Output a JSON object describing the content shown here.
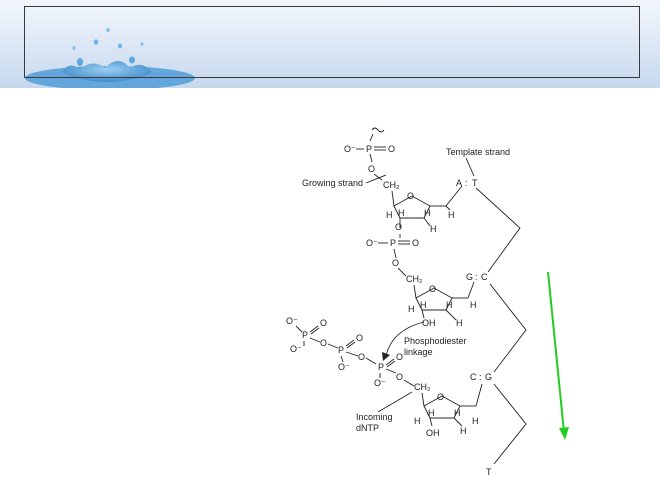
{
  "labels": {
    "template_strand": "Template strand",
    "growing_strand": "Growing strand",
    "phosphodiester": [
      "Phosphodiester",
      "linkage"
    ],
    "incoming": [
      "Incoming",
      "dNTP"
    ]
  },
  "base_pairs": [
    {
      "left": "A",
      "sep": ":",
      "right": "T"
    },
    {
      "left": "G",
      "sep": ":",
      "right": "C"
    },
    {
      "left": "C",
      "sep": ":",
      "right": "G"
    }
  ],
  "template_end": "T",
  "atoms": {
    "o_minus": "O⁻",
    "p": "P",
    "o": "O",
    "h": "H",
    "oh": "OH",
    "ch2": "CH₂"
  },
  "colors": {
    "arrow": "#22cc22",
    "banner_top": "#e9f1fa",
    "banner_bottom": "#b8cfe8"
  },
  "icons": {
    "banner_splash": "water-splash-icon",
    "direction_arrow": "down-arrow-icon"
  }
}
